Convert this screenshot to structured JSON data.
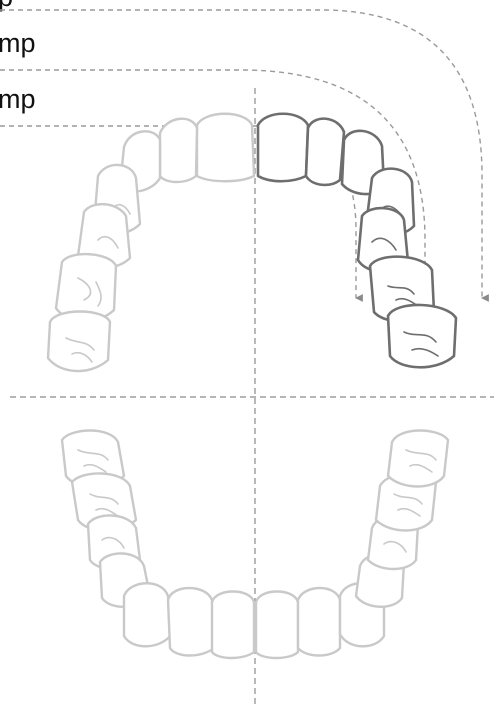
{
  "labels": {
    "top_partial": "p",
    "row1": "mp",
    "row2": "mp"
  },
  "colors": {
    "highlighted_teeth": "#6e6e6e",
    "faded_teeth": "#c9c9c9",
    "guide_lines": "#9a9a9a",
    "label_text": "#111111",
    "background": "#ffffff"
  },
  "icons": {
    "arrowhead": "down-arrow-icon"
  }
}
